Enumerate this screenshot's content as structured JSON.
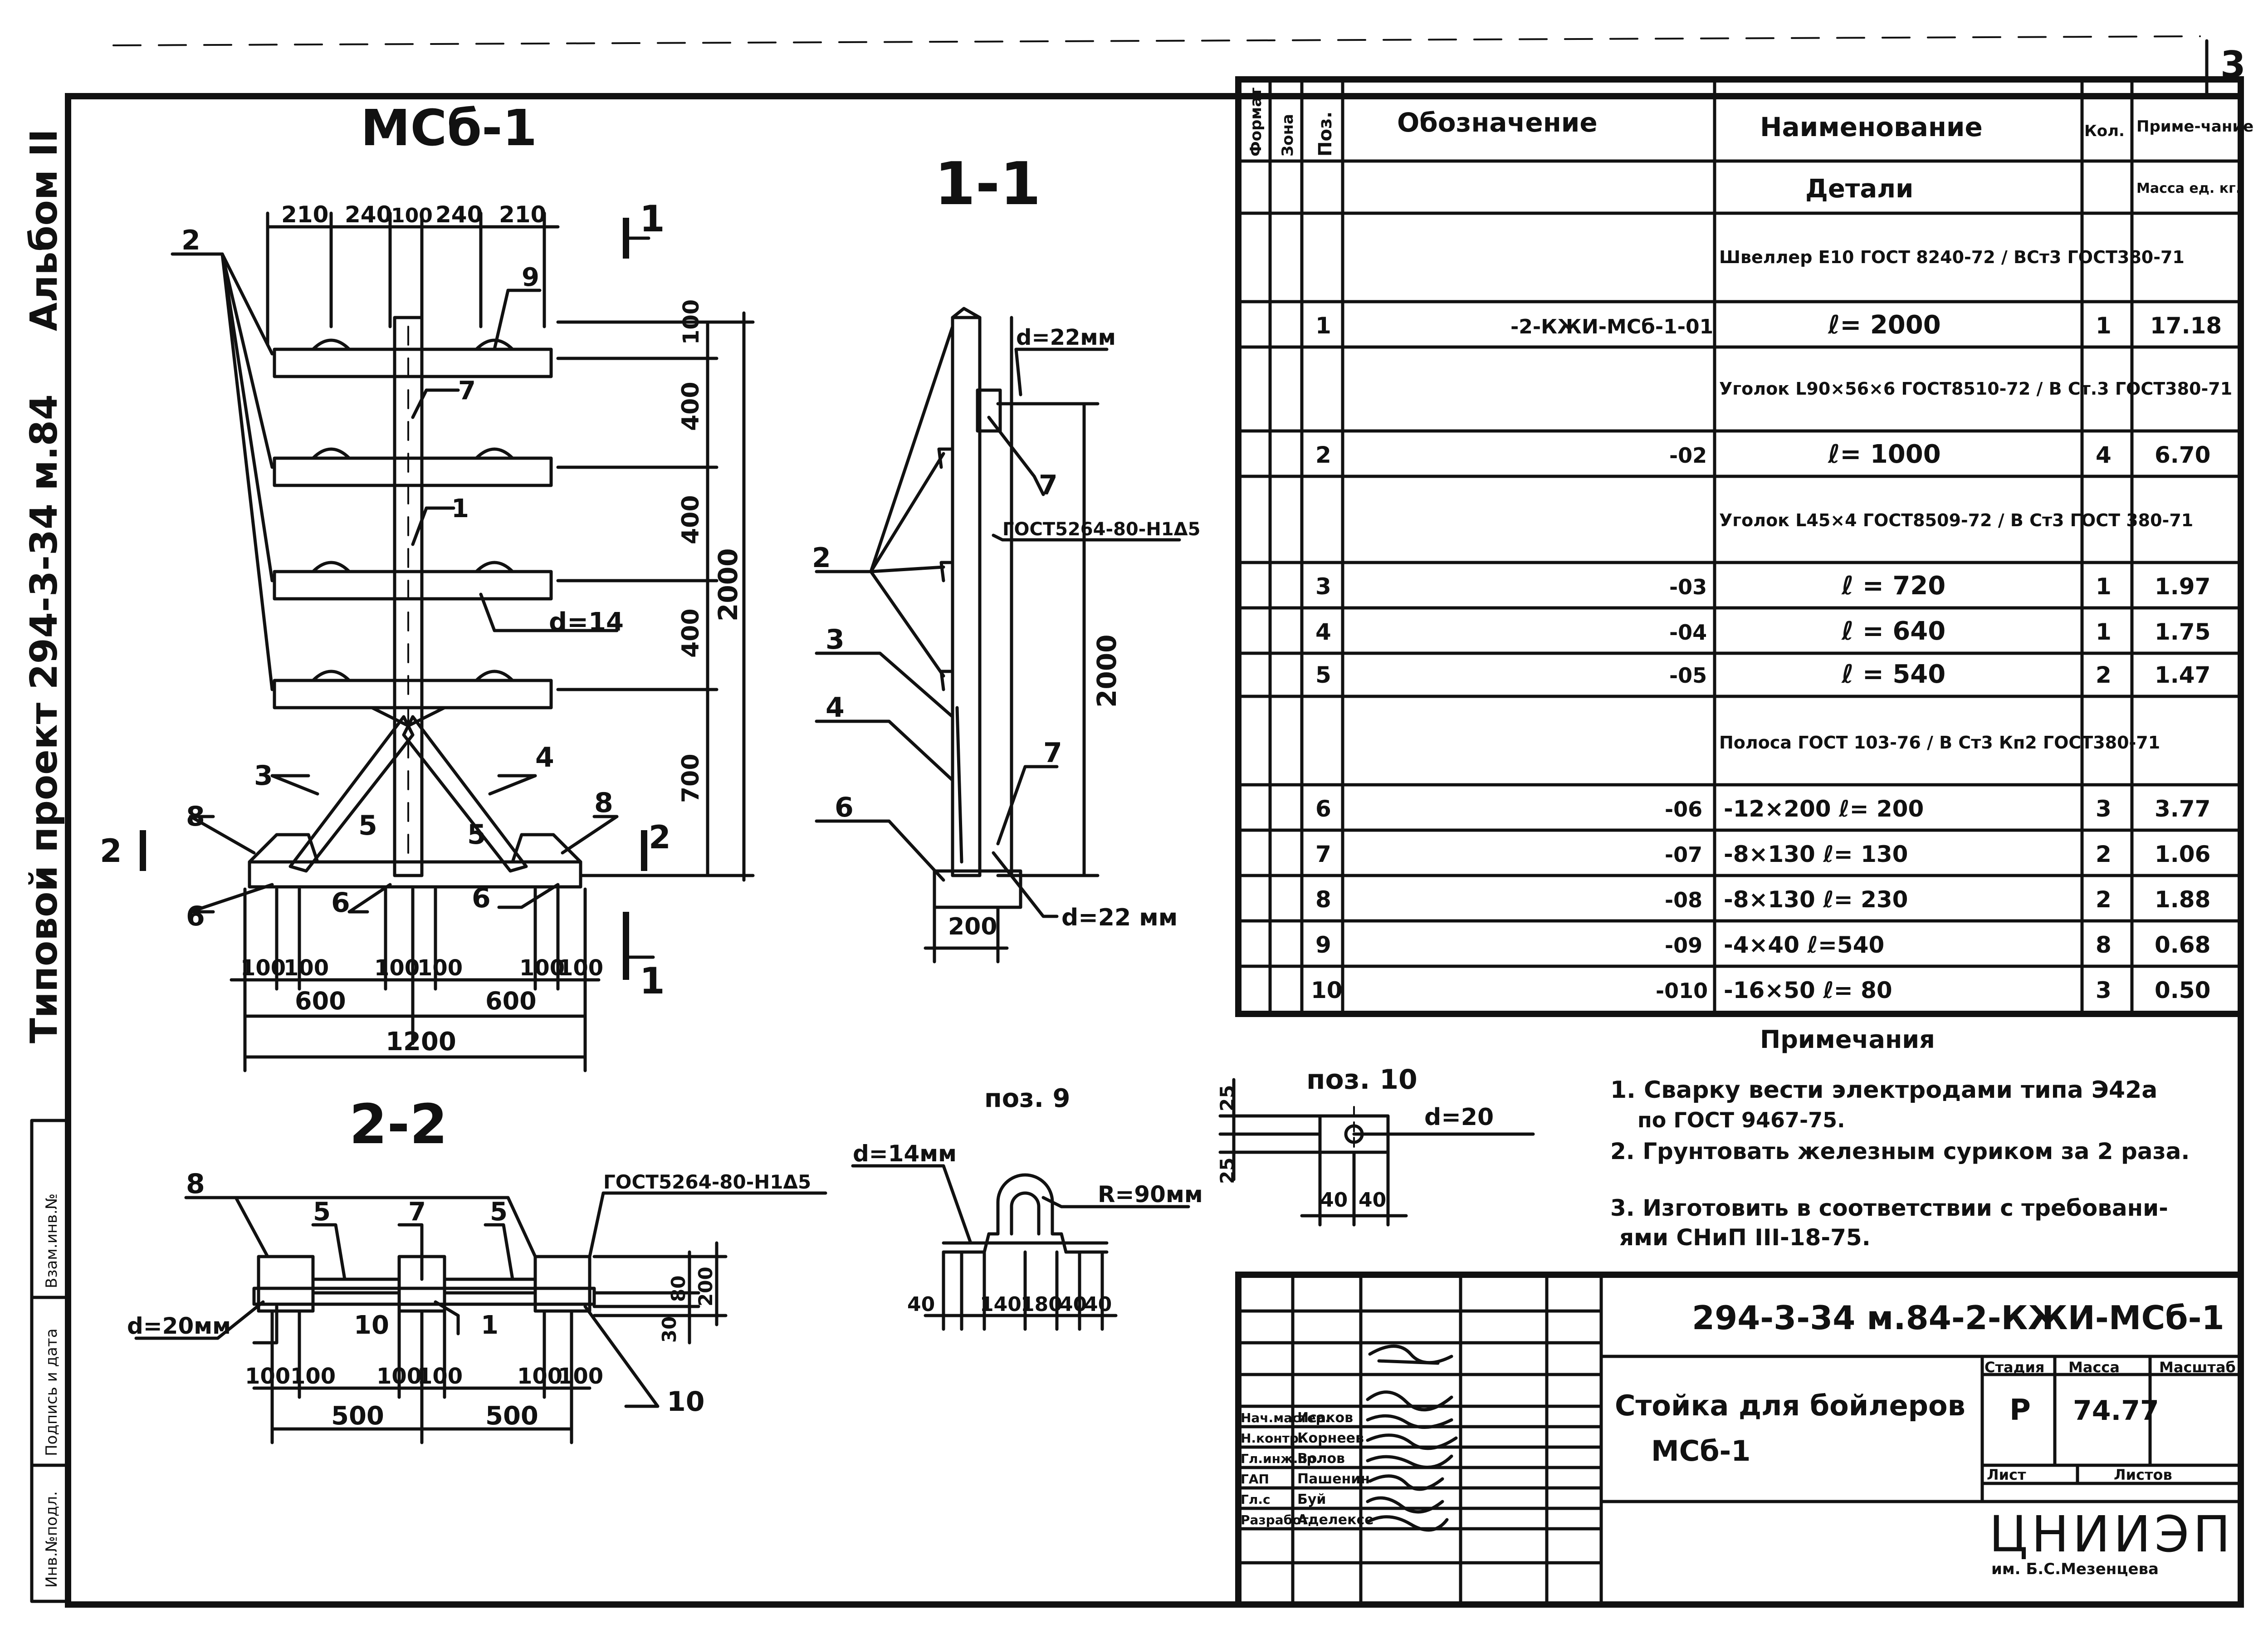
{
  "sheet_number": "3",
  "side_stamp": {
    "album": "Альбом II",
    "project": "Типовой проект 294-3-34 м.84",
    "inv_fields": [
      "Инв.№подл.",
      "Подпись и дата",
      "Взам.инв.№"
    ]
  },
  "view_main": {
    "title": "МСб-1",
    "section_marks": [
      "1",
      "1",
      "2",
      "2"
    ],
    "dims_top": [
      "210",
      "240",
      "100",
      "240",
      "210"
    ],
    "dims_vertical": [
      "100",
      "400",
      "400",
      "400",
      "700"
    ],
    "dim_total_height": "2000",
    "callouts": [
      "2",
      "9",
      "7",
      "1",
      "3",
      "4",
      "8",
      "8",
      "5",
      "5",
      "6",
      "6",
      "6"
    ],
    "hole_label": "d=14",
    "dims_bottom_small": [
      "100",
      "100",
      "100",
      "100",
      "100",
      "100"
    ],
    "dims_bottom": [
      "600",
      "600"
    ],
    "dim_total_width": "1200"
  },
  "view_1_1": {
    "title": "1-1",
    "hole_top": "d=22мм",
    "weld_label": "ГОСТ5264-80-Н1Δ5",
    "callouts": [
      "2",
      "3",
      "4",
      "6",
      "7",
      "7"
    ],
    "dim_height": "2000",
    "dim_base": "200",
    "hole_bottom": "d=22 мм"
  },
  "view_2_2": {
    "title": "2-2",
    "weld_label": "ГОСТ5264-80-Н1Δ5",
    "callouts": [
      "8",
      "5",
      "7",
      "5",
      "10",
      "1",
      "10"
    ],
    "hole_label": "d=20мм",
    "dims_small": [
      "100",
      "100",
      "100",
      "100",
      "100",
      "100"
    ],
    "dims": [
      "500",
      "500"
    ],
    "dims_right": [
      "80",
      "200",
      "30"
    ]
  },
  "detail_9": {
    "title": "поз. 9",
    "hole_label": "d=14мм",
    "radius_label": "R=90мм",
    "dims": [
      "40",
      "140",
      "180",
      "40",
      "40"
    ]
  },
  "detail_10": {
    "title": "поз. 10",
    "hole_label": "d=20",
    "dims_left": [
      "25",
      "25"
    ],
    "dims_bottom": [
      "40",
      "40"
    ]
  },
  "spec_table": {
    "headers": [
      "Формат",
      "Зона",
      "Поз.",
      "Обозначение",
      "Наименование",
      "Кол.",
      "Приме-чание"
    ],
    "rows": [
      {
        "pos": "",
        "des": "",
        "name": "Детали",
        "qty": "",
        "note": "Масса ед. кг."
      },
      {
        "pos": "",
        "des": "",
        "name": "Швеллер Е10 ГОСТ 8240-72 / ВСт3 ГОСТ380-71",
        "qty": "",
        "note": ""
      },
      {
        "pos": "1",
        "des": "-2-КЖИ-МСб-1-01",
        "name": "ℓ= 2000",
        "qty": "1",
        "note": "17.18"
      },
      {
        "pos": "",
        "des": "",
        "name": "Уголок L90×56×6 ГОСТ8510-72 / В Ст.3 ГОСТ380-71",
        "qty": "",
        "note": ""
      },
      {
        "pos": "2",
        "des": "-02",
        "name": "ℓ= 1000",
        "qty": "4",
        "note": "6.70"
      },
      {
        "pos": "",
        "des": "",
        "name": "Уголок L45×4 ГОСТ8509-72 / В Ст3 ГОСТ 380-71",
        "qty": "",
        "note": ""
      },
      {
        "pos": "3",
        "des": "-03",
        "name": "ℓ = 720",
        "qty": "1",
        "note": "1.97"
      },
      {
        "pos": "4",
        "des": "-04",
        "name": "ℓ = 640",
        "qty": "1",
        "note": "1.75"
      },
      {
        "pos": "5",
        "des": "-05",
        "name": "ℓ = 540",
        "qty": "2",
        "note": "1.47"
      },
      {
        "pos": "",
        "des": "",
        "name": "Полоса ГОСТ 103-76 / В Ст3 Кп2 ГОСТ380-71",
        "qty": "",
        "note": ""
      },
      {
        "pos": "6",
        "des": "-06",
        "name": "-12×200 ℓ= 200",
        "qty": "3",
        "note": "3.77"
      },
      {
        "pos": "7",
        "des": "-07",
        "name": "-8×130 ℓ= 130",
        "qty": "2",
        "note": "1.06"
      },
      {
        "pos": "8",
        "des": "-08",
        "name": "-8×130 ℓ= 230",
        "qty": "2",
        "note": "1.88"
      },
      {
        "pos": "9",
        "des": "-09",
        "name": "-4×40 ℓ=540",
        "qty": "8",
        "note": "0.68"
      },
      {
        "pos": "10",
        "des": "-010",
        "name": "-16×50 ℓ= 80",
        "qty": "3",
        "note": "0.50"
      }
    ]
  },
  "notes": {
    "title": "Примечания",
    "items": [
      "1. Сварку вести электродами типа Э42а",
      "по ГОСТ 9467-75.",
      "2. Грунтовать железным суриком за 2 раза.",
      "3. Изготовить в соответствии с требовани-",
      "ями СНиП III-18-75."
    ]
  },
  "title_block": {
    "code": "294-3-34 м.84-2-КЖИ-МСб-1",
    "name_line1": "Стойка для бойлеров",
    "name_line2": "МСб-1",
    "roles": [
      "Нач.мастер.",
      "Н.контр.",
      "Гл.инж.пр.",
      "ГАП",
      "Гл.с",
      "Разработ."
    ],
    "people": [
      "Исаков",
      "Корнеев",
      "Волов",
      "Пашенин",
      "Буй",
      "Аделексе"
    ],
    "stage_label": "Стадия",
    "mass_label": "Масса",
    "scale_label": "Масштаб",
    "stage": "Р",
    "mass": "74.77",
    "sheet_label": "Лист",
    "sheets_label": "Листов",
    "org": "ЦНИИЭП",
    "org_sub": "им. Б.С.Мезенцева"
  }
}
